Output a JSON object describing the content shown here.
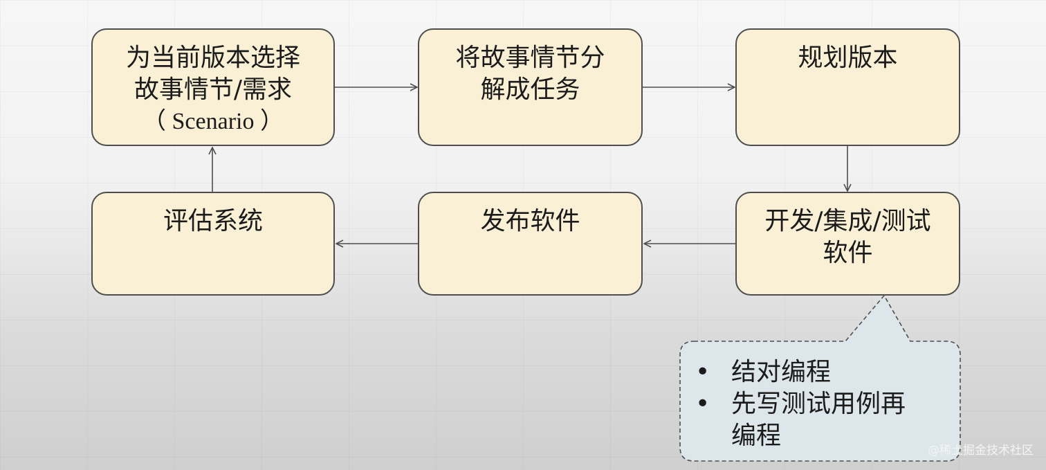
{
  "boxes": {
    "select_scenario": {
      "line1": "为当前版本选择",
      "line2": "故事情节/需求",
      "line3": "（ Scenario ）"
    },
    "decompose_tasks": {
      "line1": "将故事情节分",
      "line2": "解成任务"
    },
    "plan_release": {
      "line1": "规划版本"
    },
    "dev_integrate_test": {
      "line1": "开发/集成/测试",
      "line2": "软件"
    },
    "release_software": {
      "line1": "发布软件"
    },
    "evaluate_system": {
      "line1": "评估系统"
    }
  },
  "callout": {
    "bullet": "•",
    "items": [
      "结对编程",
      "先写测试用例再",
      "编程"
    ]
  },
  "watermark": "@稀土掘金技术社区",
  "colors": {
    "box_fill": "#faf0d6",
    "callout_fill": "#dde6ea",
    "stroke": "#4d4d4d"
  }
}
